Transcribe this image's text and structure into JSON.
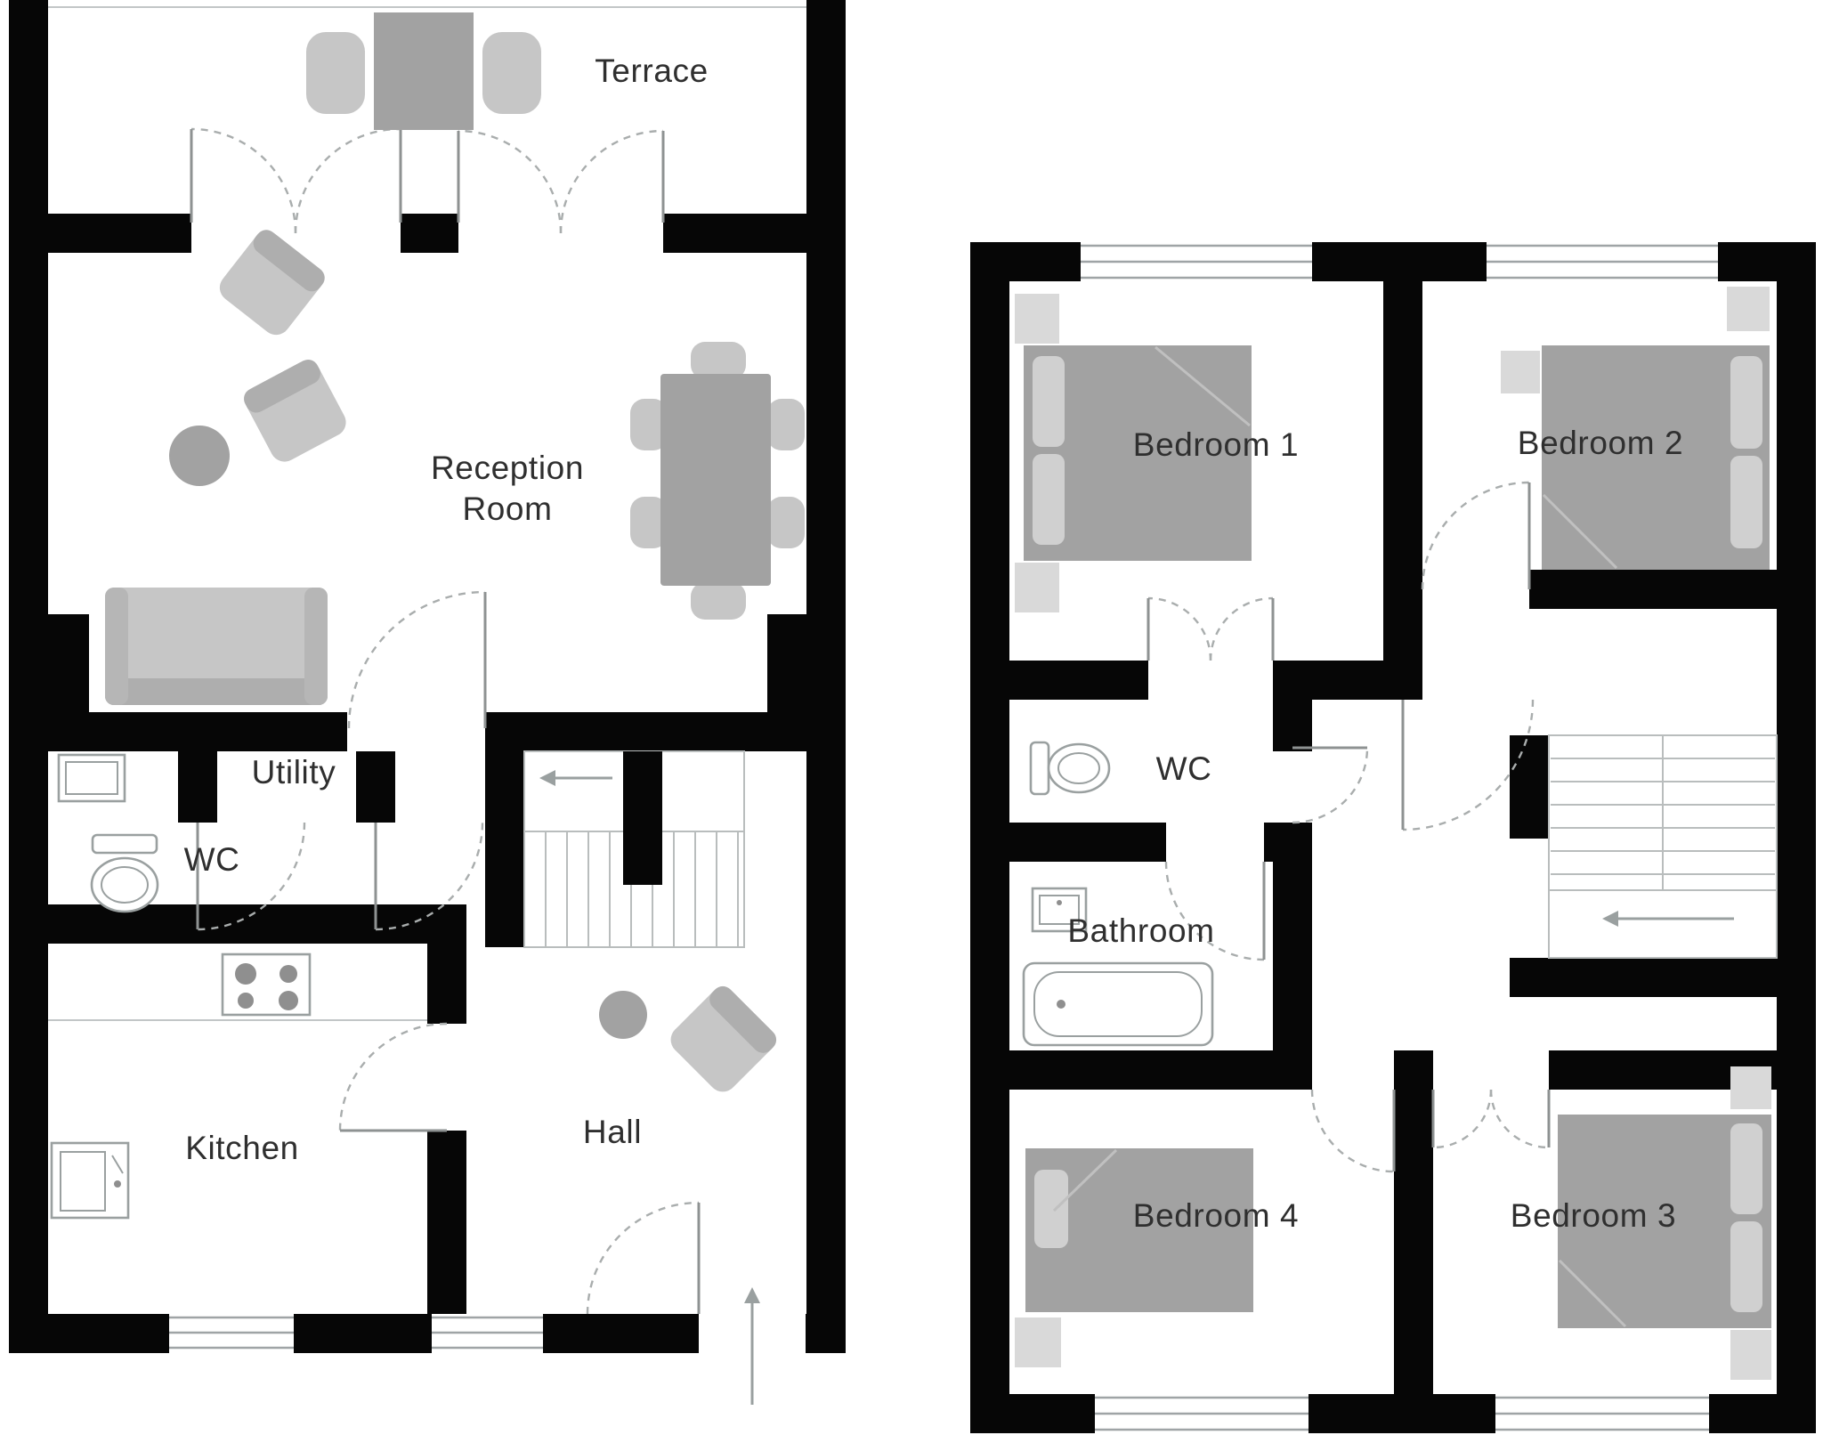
{
  "plan": {
    "ground_floor": {
      "labels": {
        "terrace": "Terrace",
        "reception_line1": "Reception",
        "reception_line2": "Room",
        "utility": "Utility",
        "wc": "WC",
        "kitchen": "Kitchen",
        "hall": "Hall"
      }
    },
    "first_floor": {
      "labels": {
        "bedroom1": "Bedroom 1",
        "bedroom2": "Bedroom 2",
        "wc": "WC",
        "bathroom": "Bathroom",
        "bedroom4": "Bedroom 4",
        "bedroom3": "Bedroom 3"
      }
    },
    "colors": {
      "wall": "#060606",
      "furniture_light": "#c6c6c6",
      "furniture_mid": "#a2a2a2",
      "furniture_pale": "#d9d9d9",
      "fixture_stroke": "#9aa0a0",
      "door_arc": "#a9adad",
      "label_text": "#2f2f2f"
    }
  }
}
